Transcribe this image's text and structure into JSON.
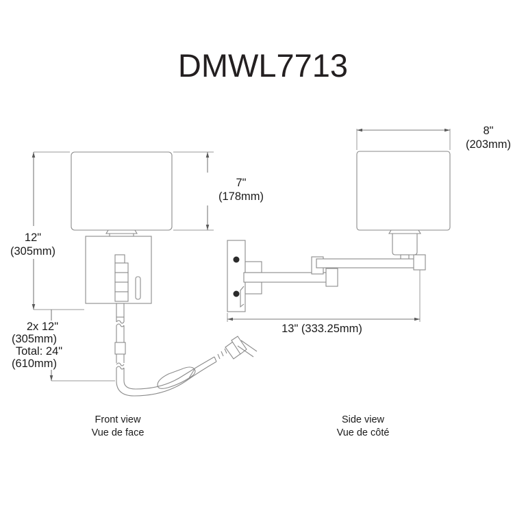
{
  "document": {
    "title": "DMWL7713",
    "type": "product-dimension-drawing",
    "background_color": "#ffffff",
    "line_color": "#8a8a8a",
    "text_color": "#1a1a1a"
  },
  "views": [
    {
      "id": "front",
      "caption_en": "Front view",
      "caption_fr": "Vue de face"
    },
    {
      "id": "side",
      "caption_en": "Side view",
      "caption_fr": "Vue de côté"
    }
  ],
  "dimensions": {
    "front_height": {
      "label_imperial": "12\"",
      "label_metric": "(305mm)",
      "orientation": "vertical",
      "applies_to": "front-view-overall-height"
    },
    "shade_height": {
      "label_imperial": "7\"",
      "label_metric": "(178mm)",
      "orientation": "vertical",
      "applies_to": "shade-height"
    },
    "cord_length": {
      "line1": "2x 12\"",
      "line2": "(305mm)",
      "line3": "Total: 24\"",
      "line4": "(610mm)",
      "orientation": "vertical",
      "applies_to": "cord-length"
    },
    "shade_width": {
      "label_imperial": "8\"",
      "label_metric": "(203mm)",
      "orientation": "horizontal",
      "applies_to": "shade-width"
    },
    "extension": {
      "label_combined": "13\" (333.25mm)",
      "orientation": "horizontal",
      "applies_to": "side-view-overall-extension"
    }
  }
}
